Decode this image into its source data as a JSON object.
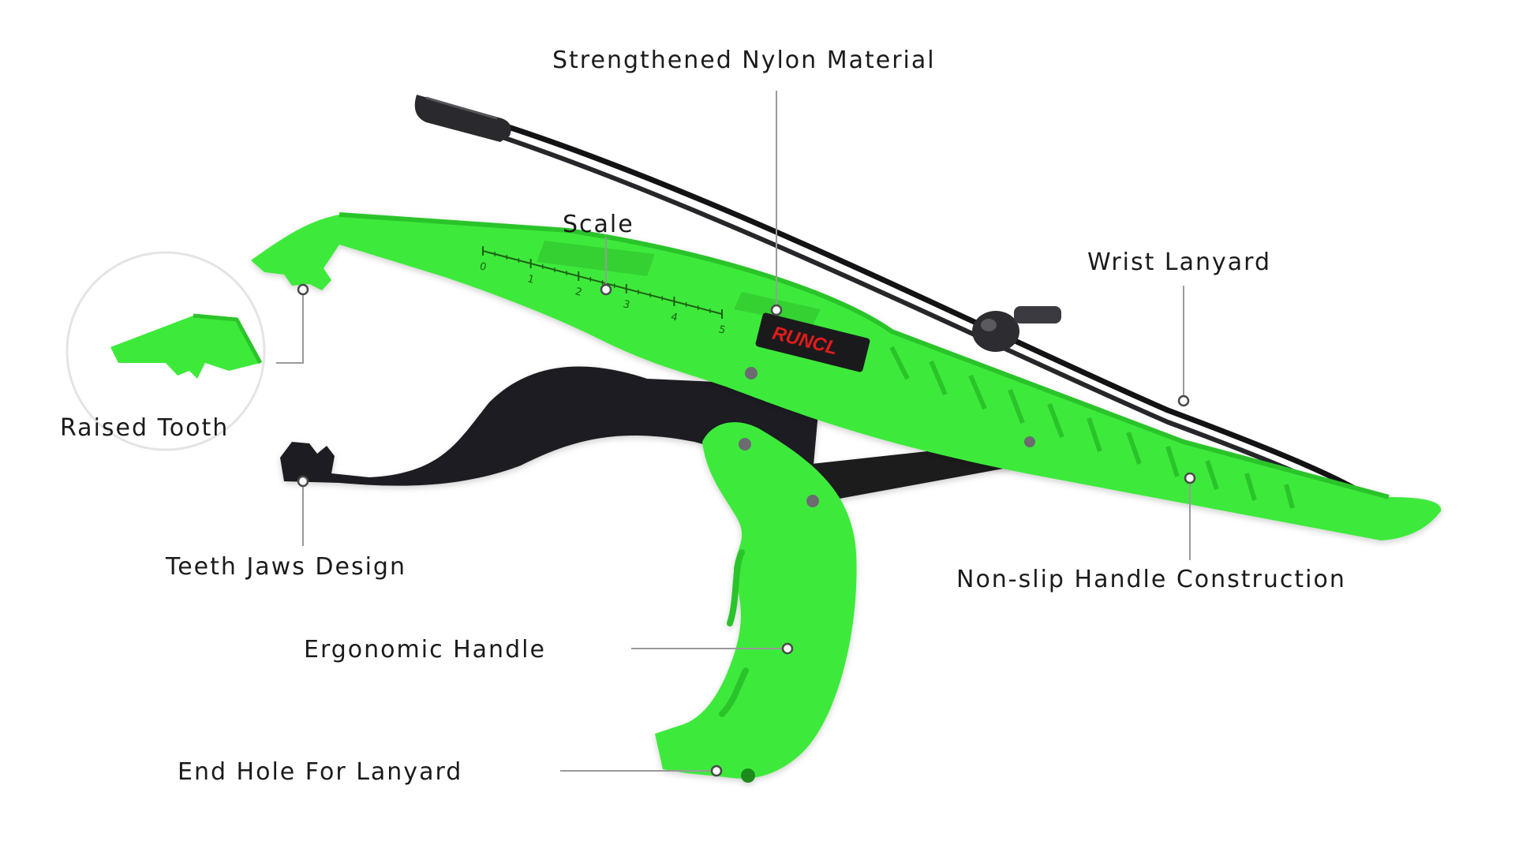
{
  "colors": {
    "grip_green": "#3dea3a",
    "grip_green_dark": "#2cc42a",
    "jaw_black": "#1e1e22",
    "lanyard_black": "#131316",
    "brand_red": "#e21b1b",
    "label_text": "#1b1b1b",
    "leader_line": "#9a9a9a"
  },
  "brand": {
    "logo_text": "RUNCL"
  },
  "scale": {
    "ticks": [
      "0",
      "1",
      "2",
      "3",
      "4",
      "5"
    ]
  },
  "callouts": {
    "strengthened_nylon": "Strengthened Nylon Material",
    "scale": "Scale",
    "wrist_lanyard": "Wrist Lanyard",
    "raised_tooth": "Raised Tooth",
    "teeth_jaws": "Teeth Jaws Design",
    "non_slip_handle": "Non-slip Handle Construction",
    "ergonomic_handle": "Ergonomic Handle",
    "end_hole": "End Hole For Lanyard"
  }
}
